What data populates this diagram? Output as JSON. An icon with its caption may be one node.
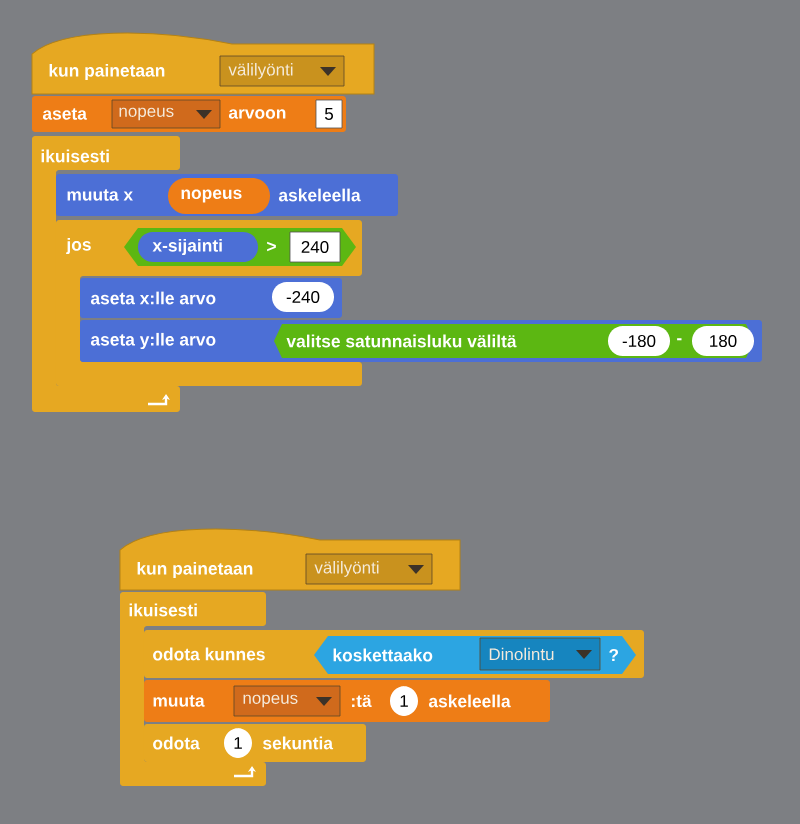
{
  "diagram": {
    "nodes": [
      {
        "text": [
          "kun painetaan"
        ]
      },
      {
        "text": [
          "välilyönti"
        ],
        "in": 0
      },
      {
        "text": [
          "aseta",
          "arvoon"
        ]
      },
      {
        "text": [
          "nopeus"
        ],
        "in": 2
      },
      {
        "text": [
          "5"
        ],
        "in": 2
      },
      {
        "text": [
          "ikuisesti"
        ]
      },
      {
        "text": [
          "muuta x",
          "askeleella"
        ]
      },
      {
        "text": [
          "nopeus"
        ],
        "in": 6
      },
      {
        "text": [
          "jos"
        ]
      },
      {
        "text": [
          ">"
        ],
        "in": 8
      },
      {
        "text": [
          "x-sijainti"
        ],
        "in": 9
      },
      {
        "text": [
          "240"
        ],
        "in": 9
      },
      {
        "text": [
          "aseta x:lle arvo"
        ]
      },
      {
        "text": [
          "-240"
        ],
        "in": 12
      },
      {
        "text": [
          "aseta y:lle arvo"
        ]
      },
      {
        "text": [
          "valitse satunnaisluku väliltä",
          "-"
        ],
        "in": 14
      },
      {
        "text": [
          "-180"
        ],
        "in": 15
      },
      {
        "text": [
          "180"
        ],
        "in": 15
      },
      {
        "text": [
          "kun painetaan"
        ]
      },
      {
        "text": [
          "välilyönti"
        ],
        "in": 18
      },
      {
        "text": [
          "ikuisesti"
        ]
      },
      {
        "text": [
          "odota kunnes"
        ]
      },
      {
        "text": [
          "koskettaako",
          "?"
        ],
        "in": 21
      },
      {
        "text": [
          "Dinolintu"
        ],
        "in": 22
      },
      {
        "text": [
          "muuta",
          ":tä",
          "askeleella"
        ]
      },
      {
        "text": [
          "nopeus"
        ],
        "in": 24
      },
      {
        "text": [
          "1"
        ],
        "in": 24
      },
      {
        "text": [
          "odota",
          "sekuntia"
        ]
      },
      {
        "text": [
          "1"
        ],
        "in": 27
      }
    ]
  }
}
